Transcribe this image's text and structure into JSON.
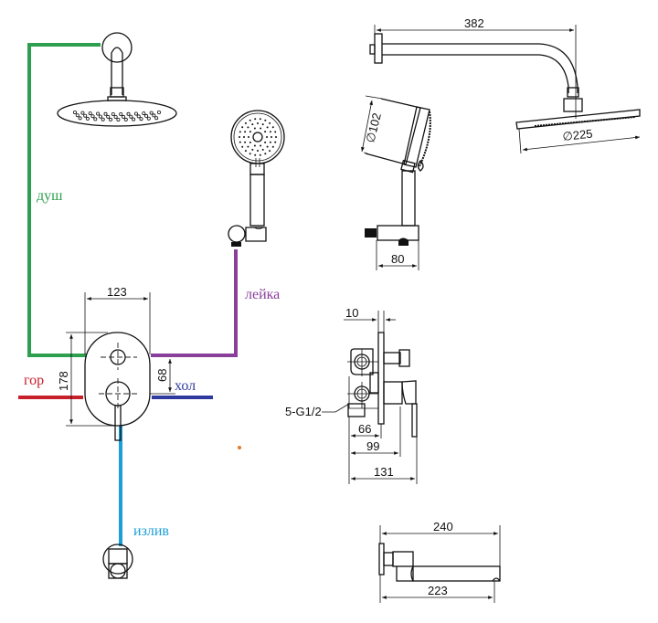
{
  "labels": {
    "shower": "душ",
    "hand_shower": "лейка",
    "hot": "гор",
    "cold": "хол",
    "spout": "излив"
  },
  "colors": {
    "shower": "#2e9e4f",
    "hand_shower": "#8a3f9a",
    "hot": "#c8202a",
    "cold": "#2f3a9e",
    "spout": "#1a9fd6",
    "accent_dot": "#e07a2e"
  },
  "dimensions": {
    "panel_width": "123",
    "panel_height": "178",
    "axis_distance": "68",
    "arm_length": "382",
    "hand_shower_diameter": "∅102",
    "head_diameter": "∅225",
    "holder_width": "80",
    "plate_thickness": "10",
    "connection": "5-G1/2",
    "depth_66": "66",
    "depth_99": "99",
    "depth_131": "131",
    "spout_total": "240",
    "spout_reach": "223"
  }
}
